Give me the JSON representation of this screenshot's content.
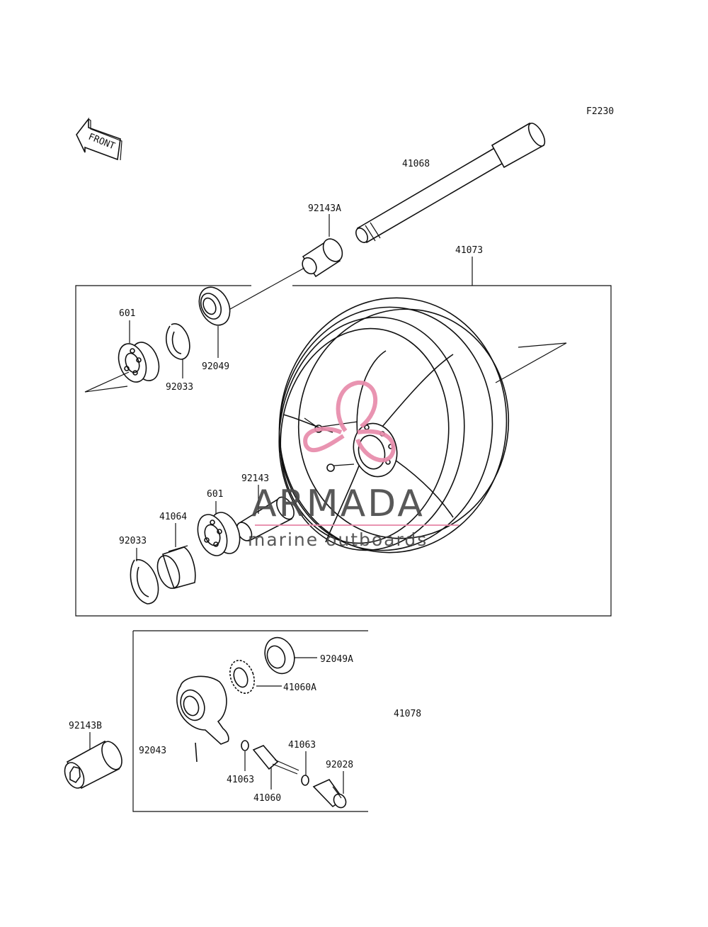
{
  "diagram_code": "F2230",
  "front_indicator": "FRONT",
  "part_labels": {
    "axle": "41068",
    "collar_a": "92143A",
    "wheel": "41073",
    "bearing_left": "601",
    "circlip_left": "92033",
    "seal_left": "92049",
    "collar": "92143",
    "bearing_right": "601",
    "hub_collar": "41064",
    "circlip_right": "92033",
    "seal_gearbox": "92049A",
    "gear_drive": "41060A",
    "gearbox_assy": "41078",
    "collar_b": "92143B",
    "gearbox_housing": "92043",
    "washer_upper": "41063",
    "washer_lower": "41063",
    "pinion": "41060",
    "bushing": "92028"
  },
  "watermark": {
    "brand": "ARMADA",
    "tagline": "marine outboards",
    "logo_color": "#e88bab",
    "text_color": "#4a4a4a"
  }
}
